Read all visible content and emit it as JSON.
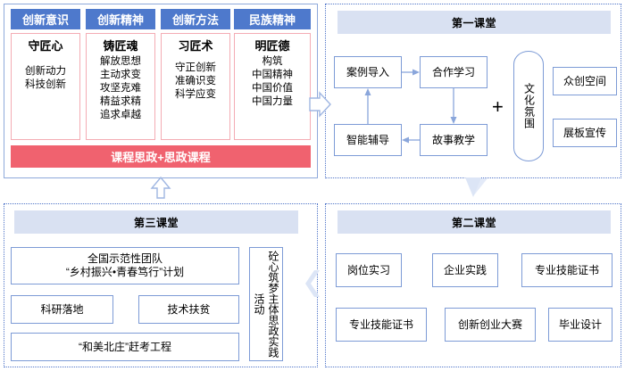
{
  "diagram": {
    "title_hidden": "",
    "colors": {
      "column_header_blue": "#4E79CC",
      "card_border_pink": "#F4ACB4",
      "banner_red": "#F0626F",
      "panel_header_blue": "#D9E1F2",
      "box_border_blue": "#7D9BD6",
      "panel_border_blue": "#8EA9DB",
      "connector_blue": "#C3D0EA"
    }
  },
  "ideology_panel": {
    "columns": [
      {
        "header": "创新意识",
        "card_title": "守匠心",
        "card_body": "创新动力\n科技创新"
      },
      {
        "header": "创新精神",
        "card_title": "铸匠魂",
        "card_body": "解放思想\n主动求变\n攻坚克难\n精益求精\n追求卓越"
      },
      {
        "header": "创新方法",
        "card_title": "习匠术",
        "card_body": "守正创新\n准确识变\n科学应变"
      },
      {
        "header": "民族精神",
        "card_title": "明匠德",
        "card_body": "构筑\n中国精神\n中国价值\n中国力量"
      }
    ],
    "banner": "课程思政+思政课程"
  },
  "classroom_one": {
    "header": "第一课堂",
    "cycle": [
      {
        "label": "案例导入"
      },
      {
        "label": "合作学习"
      },
      {
        "label": "故事教学"
      },
      {
        "label": "智能辅导"
      }
    ],
    "plus": "+",
    "capsule": "文化氛围",
    "side_boxes": [
      {
        "label": "众创空间"
      },
      {
        "label": "展板宣传"
      }
    ]
  },
  "classroom_two": {
    "header": "第二课堂",
    "row_one": [
      {
        "label": "岗位实习"
      },
      {
        "label": "企业实践"
      },
      {
        "label": "专业技能证书"
      }
    ],
    "row_two": [
      {
        "label": "专业技能证书"
      },
      {
        "label": "创新创业大赛"
      },
      {
        "label": "毕业设计"
      }
    ]
  },
  "classroom_three": {
    "header": "第三课堂",
    "items": [
      {
        "label": "全国示范性团队\n“乡村振兴•青春笃行”计划"
      },
      {
        "label": "科研落地"
      },
      {
        "label": "技术扶贫"
      },
      {
        "label": "“和美北庄”赶考工程"
      }
    ],
    "side_label": "砼心筑梦主体思政实践活动"
  },
  "connectors": {
    "ideology_to_classroom_one": "arrow-right",
    "classroom_one_to_two": "arrow-down",
    "classroom_two_to_three": "arrow-left",
    "classroom_three_to_ideology": "arrow-up"
  }
}
